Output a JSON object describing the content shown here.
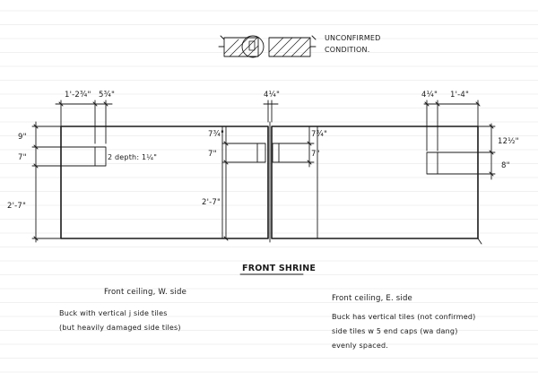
{
  "detail": {
    "note_line1": "UNCONFIRMED",
    "note_line2": "CONDITION."
  },
  "dims": {
    "w_left_offset": "1'-2¾\"",
    "w_window_width": "5¾\"",
    "center_gap": "4¼\"",
    "e_window_width": "4¼\"",
    "e_right_offset": "1'-4\"",
    "w_top": "9\"",
    "w_window_height": "7\"",
    "w_total_height": "2'-7\"",
    "c_left_top": "7¾\"",
    "c_left_height": "7\"",
    "c_left_total": "2'-7\"",
    "c_right_top": "7¾\"",
    "c_right_height": "7\"",
    "e_top": "12½\"",
    "e_window_height": "8\""
  },
  "depth_note": "2 depth: 1¼\"",
  "title": "FRONT SHRINE",
  "west": {
    "heading": "Front ceiling, W. side",
    "line1": "Buck with vertical j side tiles",
    "line2": "(but heavily damaged side tiles)"
  },
  "east": {
    "heading": "Front ceiling, E. side",
    "line1": "Buck has vertical tiles (not confirmed)",
    "line2": "side tiles w 5 end caps (wa dang)",
    "line3": "evenly spaced."
  }
}
